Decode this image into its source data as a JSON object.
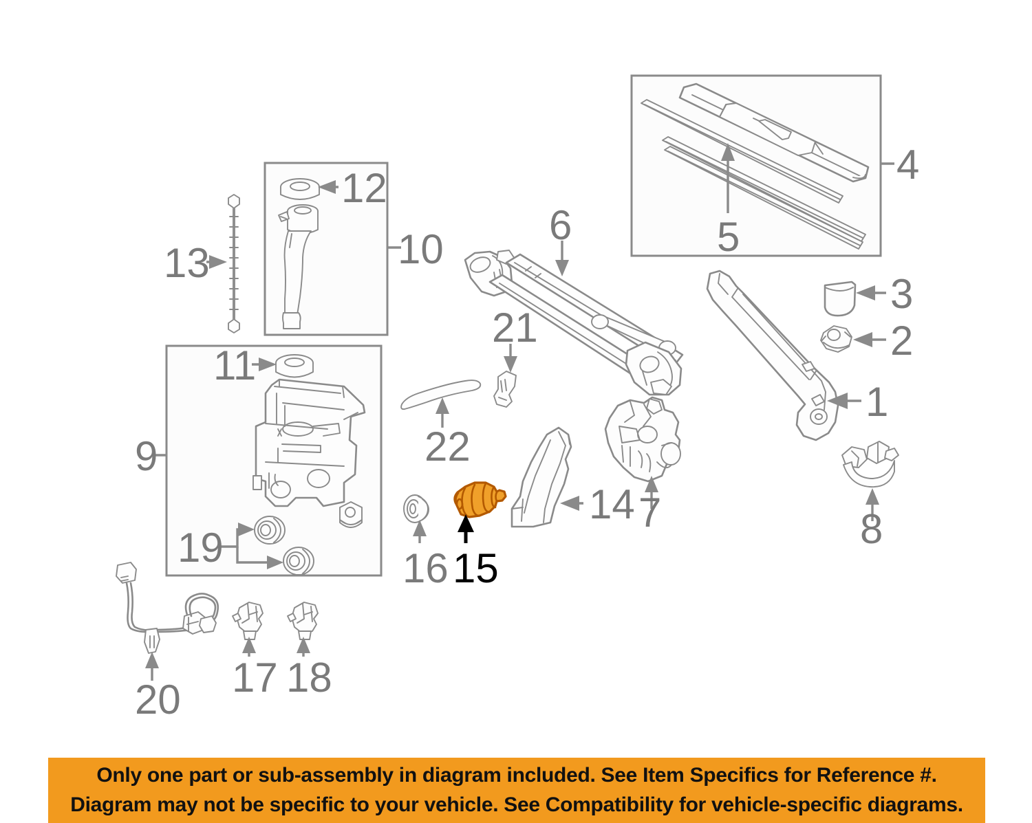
{
  "diagram": {
    "title": "Windshield Wiper and Washer System Exploded Parts Diagram",
    "highlight_color": "#F0A02A",
    "highlight_outline_color": "#B35900",
    "line_color": "#8a8a8a",
    "background_color": "#ffffff",
    "highlighted_item": "15",
    "callouts": [
      {
        "number": "1",
        "part": "wiper-arm",
        "highlighted": false
      },
      {
        "number": "2",
        "part": "wiper-arm-nut",
        "highlighted": false
      },
      {
        "number": "3",
        "part": "wiper-arm-cap",
        "highlighted": false
      },
      {
        "number": "4",
        "part": "wiper-blade-assembly-box",
        "highlighted": false
      },
      {
        "number": "5",
        "part": "wiper-blade-refill",
        "highlighted": false
      },
      {
        "number": "6",
        "part": "wiper-linkage-assembly",
        "highlighted": false
      },
      {
        "number": "7",
        "part": "wiper-motor",
        "highlighted": false
      },
      {
        "number": "8",
        "part": "washer-nozzle",
        "highlighted": false
      },
      {
        "number": "9",
        "part": "washer-tank-assembly-box",
        "highlighted": false
      },
      {
        "number": "10",
        "part": "filler-neck-assembly-box",
        "highlighted": false
      },
      {
        "number": "11",
        "part": "tank-cap",
        "highlighted": false
      },
      {
        "number": "12",
        "part": "filler-cap",
        "highlighted": false
      },
      {
        "number": "13",
        "part": "dipstick-level-gauge",
        "highlighted": false
      },
      {
        "number": "14",
        "part": "motor-bracket",
        "highlighted": false
      },
      {
        "number": "15",
        "part": "washer-pump",
        "highlighted": true
      },
      {
        "number": "16",
        "part": "pump-grommet",
        "highlighted": false
      },
      {
        "number": "17",
        "part": "washer-nozzle-left",
        "highlighted": false
      },
      {
        "number": "18",
        "part": "washer-nozzle-right",
        "highlighted": false
      },
      {
        "number": "19",
        "part": "tank-grommets",
        "highlighted": false
      },
      {
        "number": "20",
        "part": "washer-wire-harness",
        "highlighted": false
      },
      {
        "number": "21",
        "part": "linkage-bracket",
        "highlighted": false
      },
      {
        "number": "22",
        "part": "washer-hose",
        "highlighted": false
      }
    ]
  },
  "notice": {
    "line1": "Only one part or sub-assembly in diagram included. See Item Specifics for Reference #.",
    "line2": "Diagram may not be specific to your vehicle. See Compatibility for vehicle-specific diagrams.",
    "background_color": "#F29A1E"
  }
}
